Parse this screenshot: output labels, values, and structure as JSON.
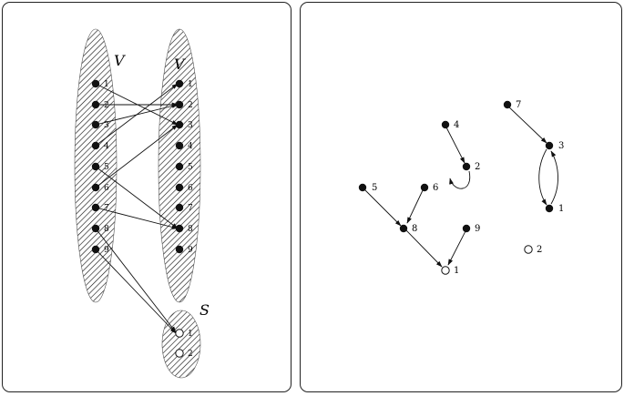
{
  "left_diagram": {
    "set_v_label": "V",
    "set_v_prime_label": "V",
    "set_s_label": "S",
    "v_nodes": [
      "1",
      "2",
      "3",
      "4",
      "5",
      "6",
      "7",
      "8",
      "9"
    ],
    "v_prime_nodes": [
      "1",
      "2",
      "3",
      "4",
      "5",
      "6",
      "7",
      "8",
      "9"
    ],
    "s_nodes": [
      "1",
      "2"
    ],
    "edges": [
      {
        "from": "V:1",
        "to": "V':3"
      },
      {
        "from": "V:2",
        "to": "V':2"
      },
      {
        "from": "V:3",
        "to": "V':2"
      },
      {
        "from": "V:4",
        "to": "V':1"
      },
      {
        "from": "V:5",
        "to": "V':8"
      },
      {
        "from": "V:6",
        "to": "V':3"
      },
      {
        "from": "V:7",
        "to": "V':8"
      },
      {
        "from": "V:8",
        "to": "S:1"
      },
      {
        "from": "V:9",
        "to": "S:1"
      }
    ]
  },
  "right_diagram": {
    "filled_nodes": [
      "1",
      "2",
      "3",
      "4",
      "5",
      "6",
      "7",
      "8",
      "9"
    ],
    "open_nodes": [
      "1",
      "2"
    ],
    "edges": [
      {
        "from": "4",
        "to": "2"
      },
      {
        "from": "2",
        "to": "2",
        "type": "self-loop"
      },
      {
        "from": "7",
        "to": "3"
      },
      {
        "from": "3",
        "to": "1"
      },
      {
        "from": "1",
        "to": "3"
      },
      {
        "from": "5",
        "to": "8"
      },
      {
        "from": "6",
        "to": "8"
      },
      {
        "from": "8",
        "to": "open:1"
      },
      {
        "from": "9",
        "to": "open:1"
      }
    ]
  }
}
